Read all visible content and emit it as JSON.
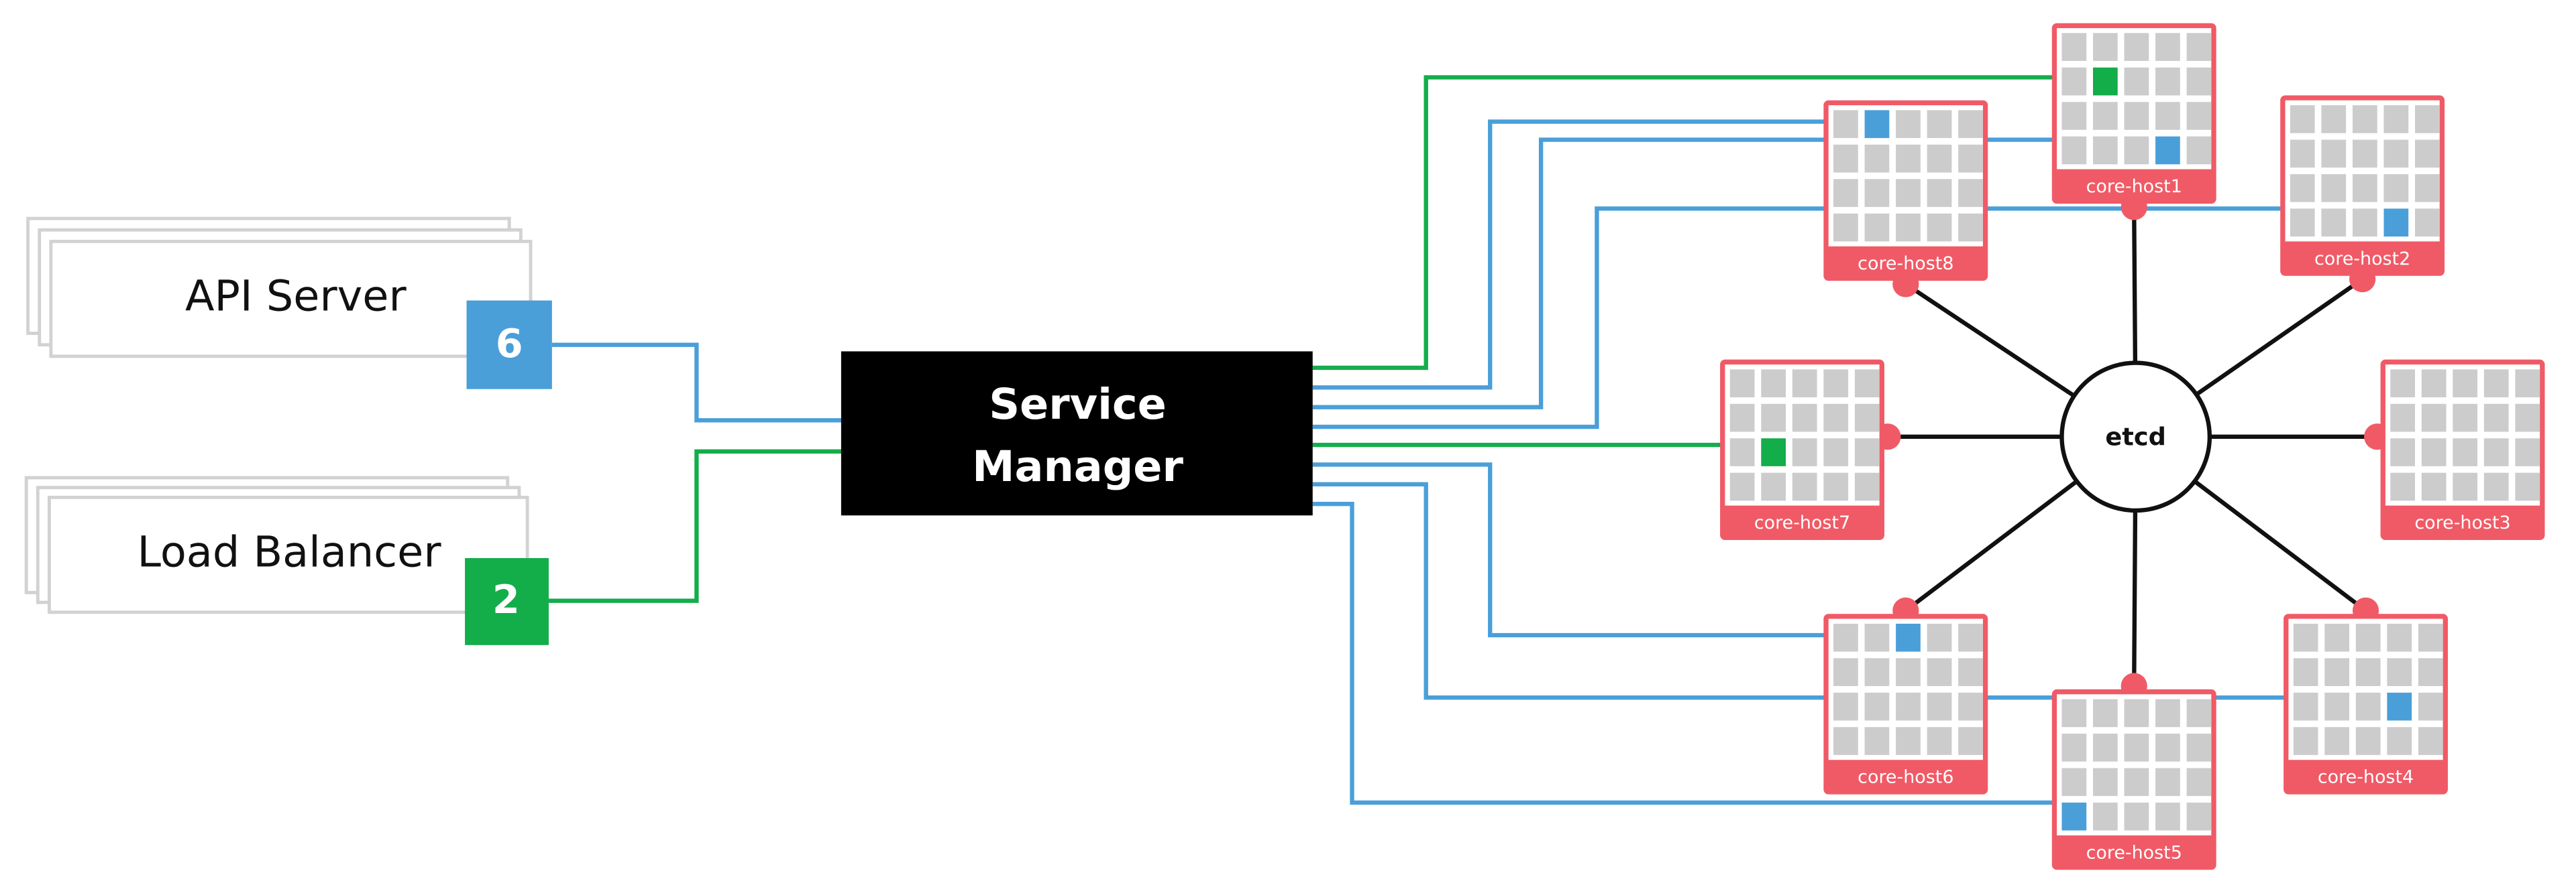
{
  "api_server": {
    "label": "API Server",
    "count": "6",
    "color": "#4a9fd9"
  },
  "load_balancer": {
    "label": "Load Balancer",
    "count": "2",
    "color": "#13ad4a"
  },
  "service_manager": {
    "line1": "Service",
    "line2": "Manager"
  },
  "etcd": {
    "label": "etcd"
  },
  "colors": {
    "host": "#f05a66",
    "cell": "#cccccc",
    "blue": "#4a9fd9",
    "green": "#13ad4a"
  },
  "hosts": [
    {
      "name": "core-host1",
      "pin": "bottom",
      "slots": [
        {
          "row": 1,
          "col": 1,
          "type": "green"
        },
        {
          "row": 3,
          "col": 3,
          "type": "blue"
        }
      ]
    },
    {
      "name": "core-host2",
      "pin": "bottom",
      "slots": [
        {
          "row": 3,
          "col": 3,
          "type": "blue"
        }
      ]
    },
    {
      "name": "core-host3",
      "pin": "left",
      "slots": []
    },
    {
      "name": "core-host4",
      "pin": "top",
      "slots": [
        {
          "row": 2,
          "col": 3,
          "type": "blue"
        }
      ]
    },
    {
      "name": "core-host5",
      "pin": "top",
      "slots": [
        {
          "row": 3,
          "col": 0,
          "type": "blue"
        }
      ]
    },
    {
      "name": "core-host6",
      "pin": "top",
      "slots": [
        {
          "row": 0,
          "col": 2,
          "type": "blue"
        }
      ]
    },
    {
      "name": "core-host7",
      "pin": "right",
      "slots": [
        {
          "row": 2,
          "col": 1,
          "type": "green"
        }
      ]
    },
    {
      "name": "core-host8",
      "pin": "bottom",
      "slots": [
        {
          "row": 0,
          "col": 1,
          "type": "blue"
        }
      ]
    }
  ]
}
